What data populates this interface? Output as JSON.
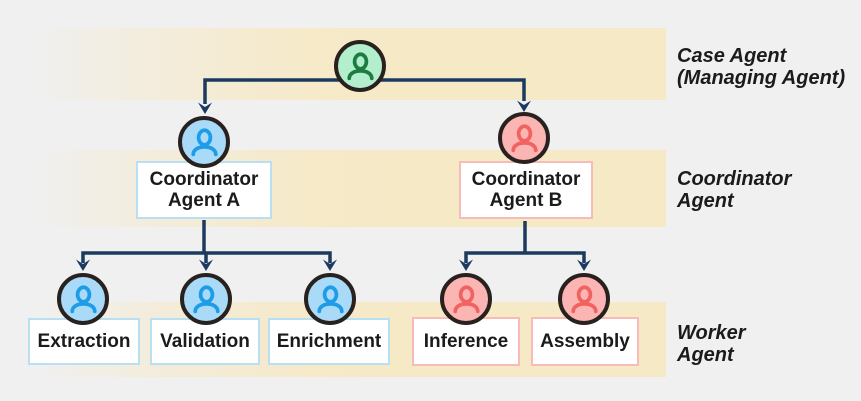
{
  "colors": {
    "bg": "#f0f0f1",
    "band": "#f6e9c6",
    "connector": "#1c3a60",
    "circle_border": "#28211e",
    "green_fill": "#b4efcd",
    "green_glyph": "#1e7c42",
    "blue_fill": "#a9daf8",
    "blue_glyph": "#1e9ce8",
    "pink_fill": "#fbb6b4",
    "pink_glyph": "#f16360",
    "blue_box_border": "#b8dff2",
    "pink_box_border": "#f7bcba",
    "text": "#1b1b1b"
  },
  "row_labels": {
    "case": {
      "line1": "Case Agent",
      "line2": "(Managing Agent)"
    },
    "coordinator": {
      "line1": "Coordinator",
      "line2": "Agent"
    },
    "worker": {
      "line1": "Worker",
      "line2": "Agent"
    }
  },
  "nodes": {
    "coordinator_a": {
      "line1": "Coordinator",
      "line2": "Agent A"
    },
    "coordinator_b": {
      "line1": "Coordinator",
      "line2": "Agent B"
    },
    "workers": [
      "Extraction",
      "Validation",
      "Enrichment",
      "Inference",
      "Assembly"
    ]
  }
}
